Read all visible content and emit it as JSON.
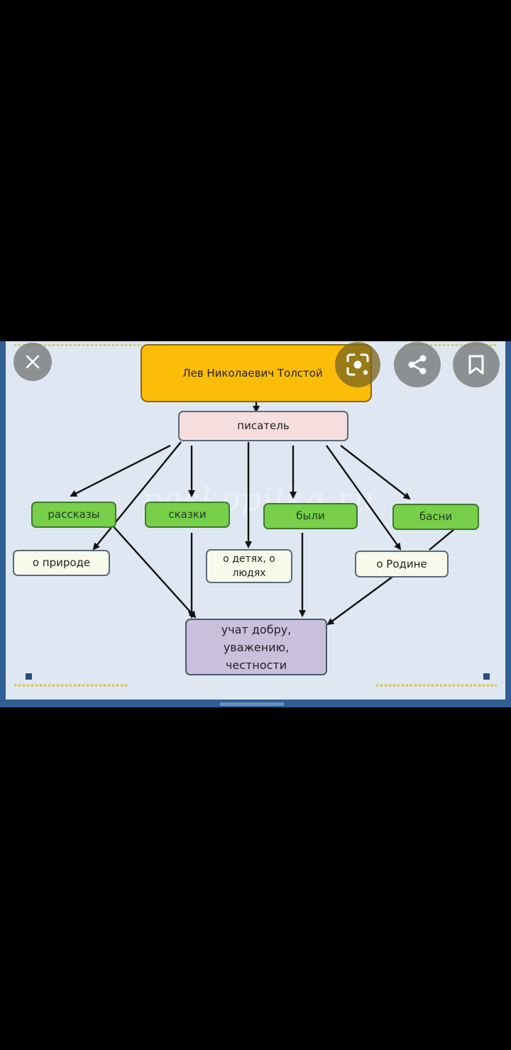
{
  "viewer": {
    "close_label": "Close",
    "lens_label": "Search image",
    "share_label": "Share",
    "save_label": "Save"
  },
  "diagram": {
    "root": "Лев Николаевич Толстой",
    "role": "писатель",
    "genres": [
      "рассказы",
      "сказки",
      "были",
      "басни"
    ],
    "themes": [
      "о природе",
      "о детях, о людях",
      "о Родине"
    ],
    "result_lines": [
      "учат добру,",
      "уважению,",
      "честности"
    ],
    "watermark": "peskopilka.ru"
  }
}
